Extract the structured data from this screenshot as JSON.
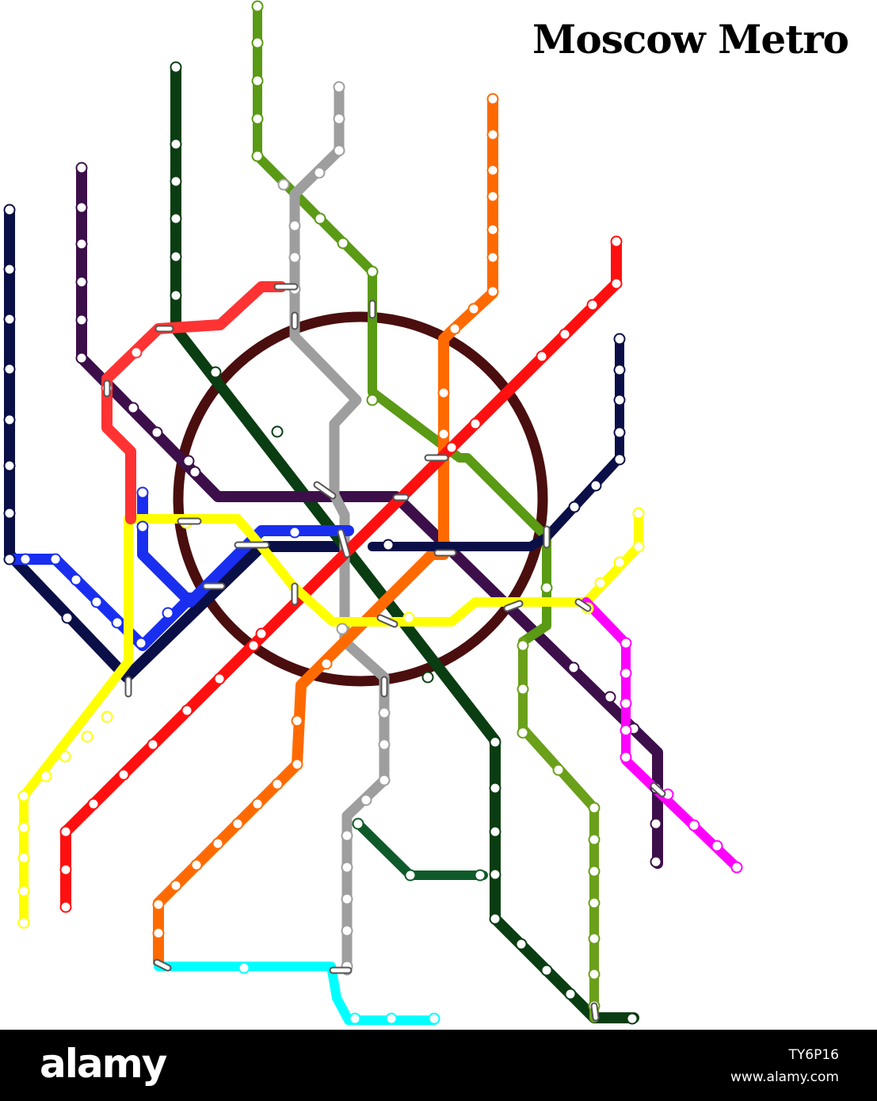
{
  "title": "Moscow Metro",
  "footer": {
    "brand": "alamy",
    "image_code": "TY6P16",
    "url": "www.alamy.com"
  },
  "ring_color": "#4a0e0e",
  "lines": [
    {
      "id": "dark-blue",
      "color": "#0b0f47"
    },
    {
      "id": "dark-green",
      "color": "#0a3d12"
    },
    {
      "id": "purple",
      "color": "#3d0f4a"
    },
    {
      "id": "light-green",
      "color": "#5a9a14"
    },
    {
      "id": "grey",
      "color": "#9e9e9e"
    },
    {
      "id": "orange",
      "color": "#ff6a00"
    },
    {
      "id": "red",
      "color": "#ff1010"
    },
    {
      "id": "navy-east",
      "color": "#0b0f47"
    },
    {
      "id": "blue",
      "color": "#1a2ef0"
    },
    {
      "id": "yellow",
      "color": "#ffff00"
    },
    {
      "id": "magenta",
      "color": "#ff00ff"
    },
    {
      "id": "olive",
      "color": "#6aa01a"
    },
    {
      "id": "forest",
      "color": "#0f5a2a"
    },
    {
      "id": "cyan",
      "color": "#00ffff"
    },
    {
      "id": "bright-red",
      "color": "#ff3333"
    }
  ]
}
